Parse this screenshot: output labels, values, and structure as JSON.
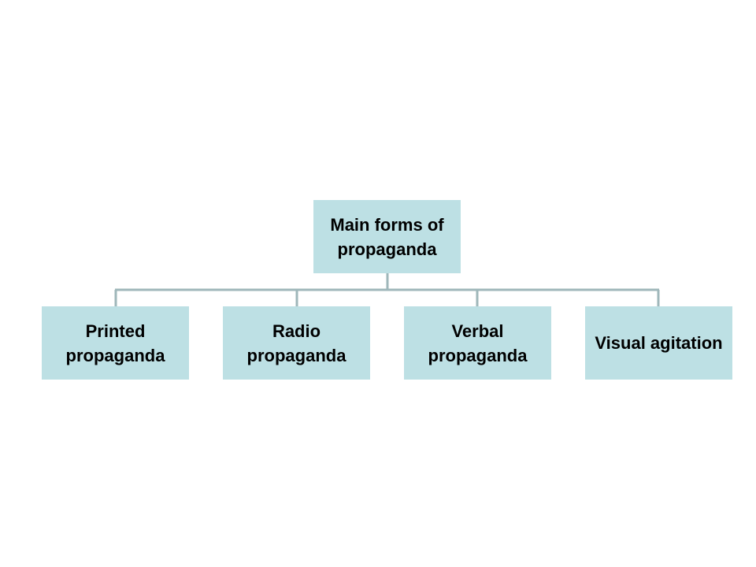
{
  "diagram": {
    "root": {
      "label": "Main forms of propaganda"
    },
    "children": [
      {
        "label": "Printed propaganda"
      },
      {
        "label": "Radio propaganda"
      },
      {
        "label": "Verbal propaganda"
      },
      {
        "label": "Visual agitation"
      }
    ]
  },
  "colors": {
    "box_fill": "#bde0e4",
    "connector": "#9fb7ba",
    "text": "#000000",
    "background": "#ffffff"
  }
}
